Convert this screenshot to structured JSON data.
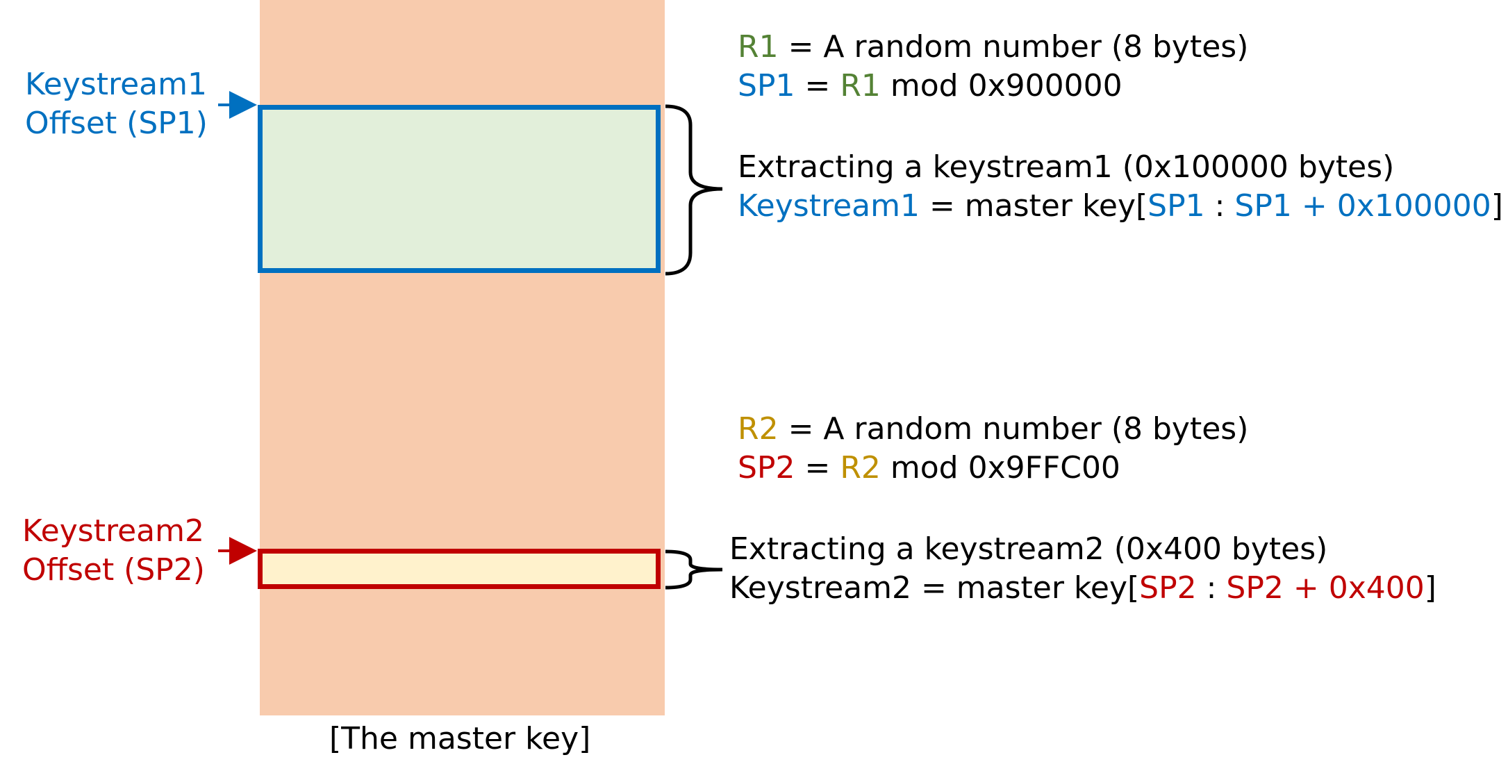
{
  "master_key": {
    "caption": "[The master key]"
  },
  "keystream1": {
    "offset_label_line1": "Keystream1",
    "offset_label_line2": "Offset (SP1)",
    "r_line": {
      "var": "R1",
      "rest": " = A random number (8 bytes)"
    },
    "sp_line": {
      "var": "SP1",
      "eq": " = ",
      "r": "R1",
      "rest": " mod 0x900000"
    },
    "extract_line": "Extracting a keystream1 (0x100000 bytes)",
    "slice_line": {
      "name": "Keystream1",
      "mid": " = master key[",
      "start": "SP1",
      "colon": " : ",
      "end": "SP1 + 0x100000",
      "close": "]"
    }
  },
  "keystream2": {
    "offset_label_line1": "Keystream2",
    "offset_label_line2": "Offset (SP2)",
    "r_line": {
      "var": "R2",
      "rest": " = A random number (8 bytes)"
    },
    "sp_line": {
      "var": "SP2",
      "eq": " = ",
      "r": "R2",
      "rest": " mod 0x9FFC00"
    },
    "extract_line": "Extracting a keystream2 (0x400 bytes)",
    "slice_line": {
      "name": "Keystream2",
      "mid": " = master key[",
      "start": "SP2",
      "colon": " : ",
      "end": "SP2 + 0x400",
      "close": "]"
    }
  },
  "colors": {
    "keystream1": "#0070c0",
    "keystream2": "#c00000",
    "r1": "#548235",
    "r2": "#bf9000",
    "master_key_fill": "#f8cbad",
    "keystream1_fill": "#e2efda",
    "keystream2_fill": "#fff2cc"
  }
}
